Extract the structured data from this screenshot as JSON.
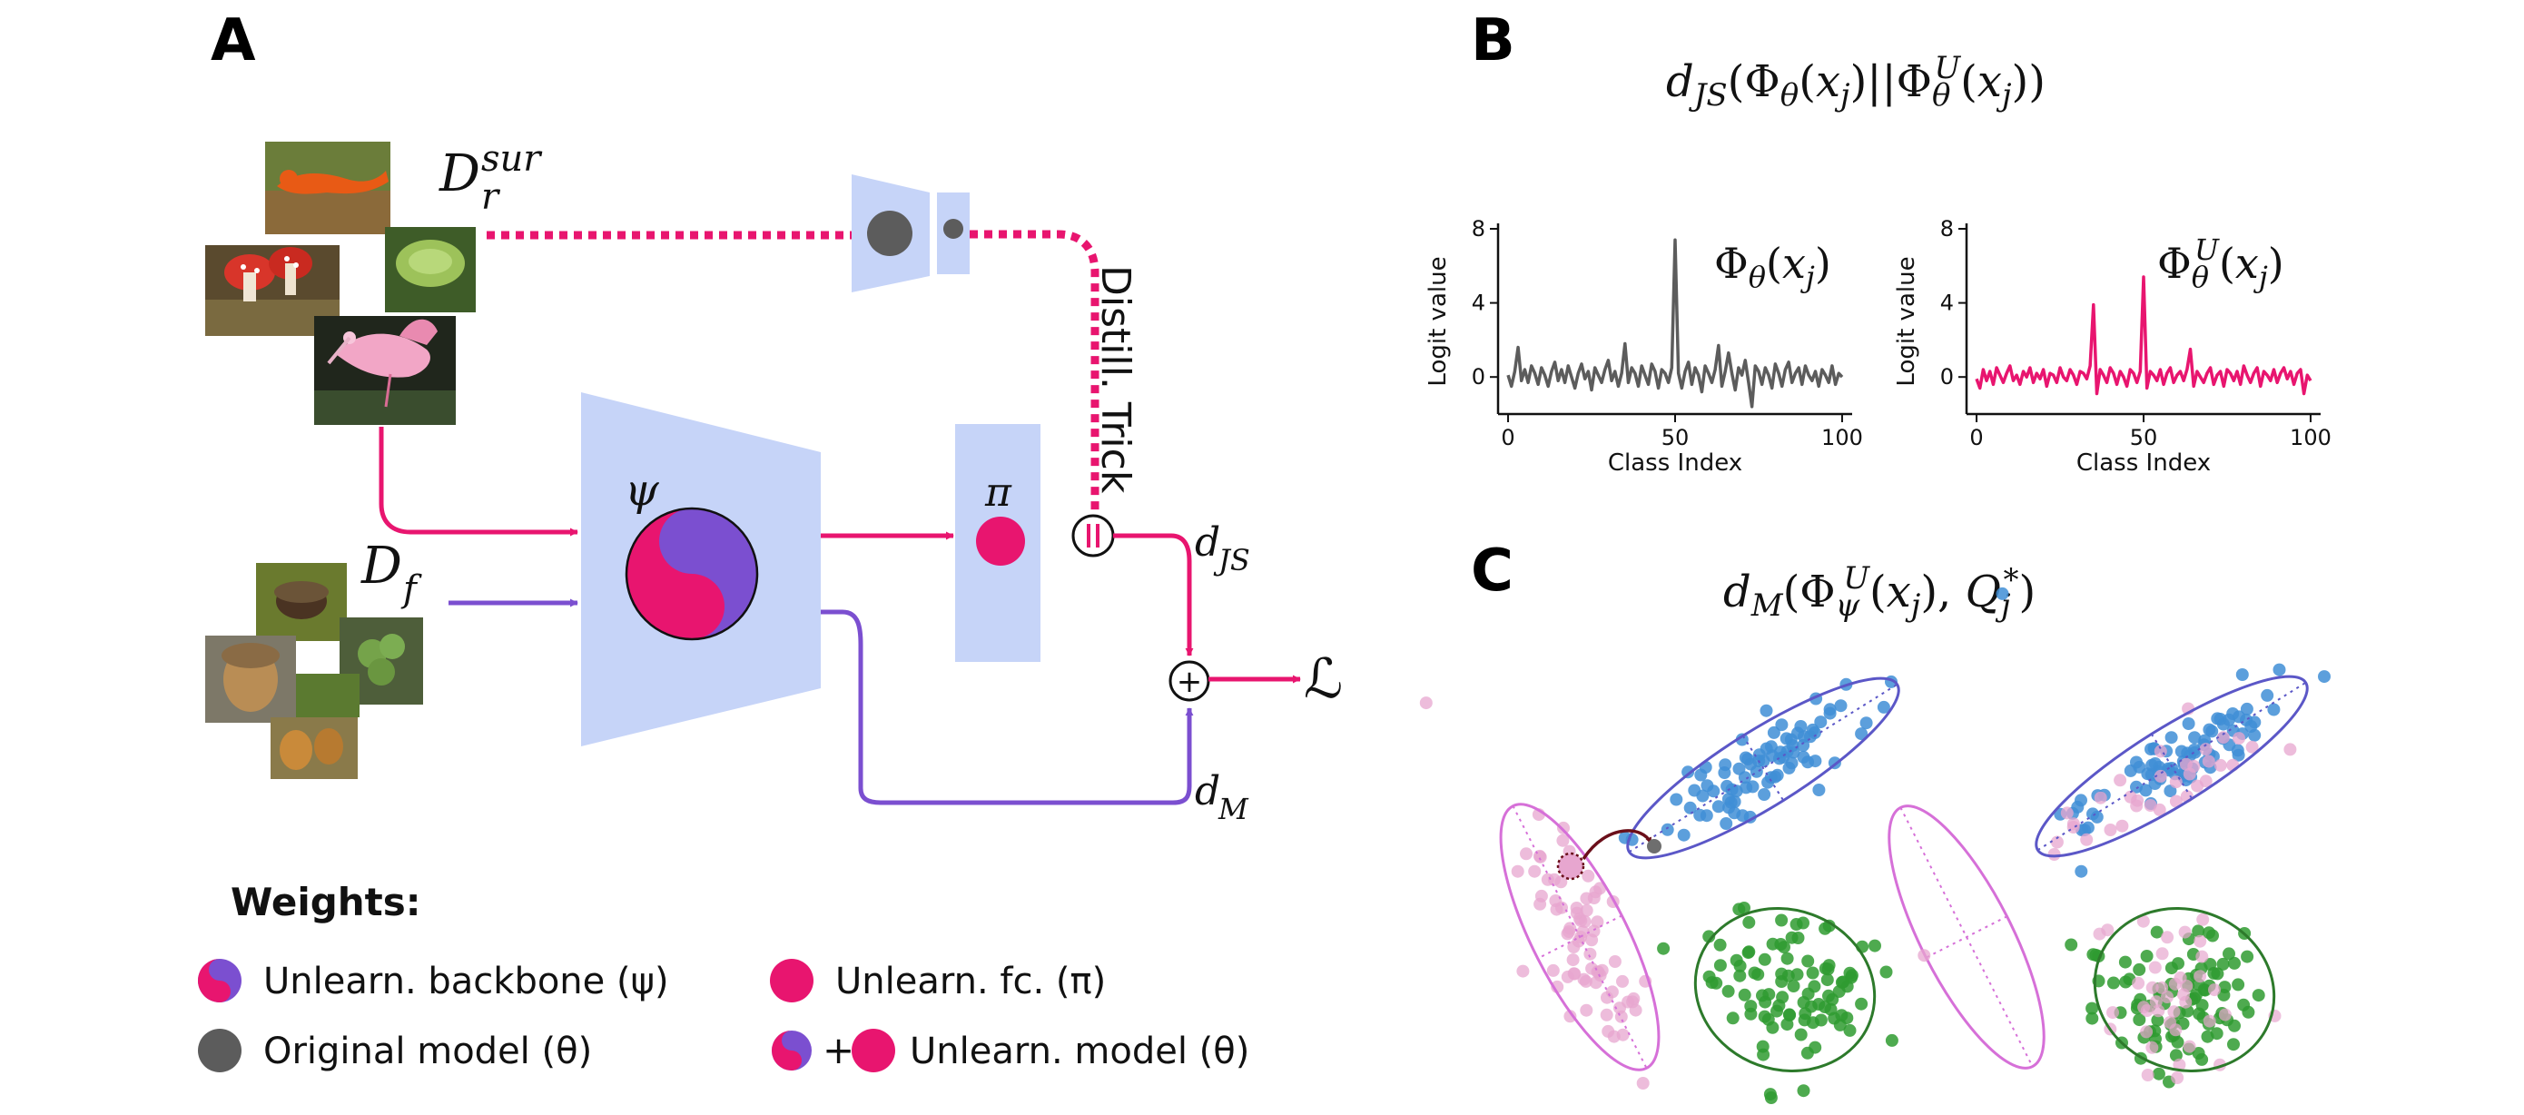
{
  "panels": {
    "a": "A",
    "b": "B",
    "c": "C"
  },
  "colors": {
    "unlearn": "#e8156f",
    "purple": "#7b4fd0",
    "original": "#5c5c5c",
    "block": "#c6d4f8",
    "forget_cluster": "#e7a6cf",
    "blue_cluster": "#3f8ed6",
    "green_cluster": "#2f9b30",
    "ellipse_purple": "#5b57c7",
    "ellipse_pink": "#d670d8",
    "ellipse_green": "#2d7a2b"
  },
  "diagram": {
    "d_sur_base": "D",
    "d_sur_sup": "sur",
    "d_sur_sub": "r",
    "d_f_base": "D",
    "d_f_sub": "f",
    "psi": "ψ",
    "pi": "π",
    "distill_label": "Distill. Trick",
    "djs_base": "d",
    "djs_sub": "JS",
    "dm_base": "d",
    "dm_sub": "M",
    "loss": "ℒ",
    "plus": "+"
  },
  "legend": {
    "title": "Weights:",
    "backbone": "Unlearn. backbone (ψ)",
    "fc": "Unlearn. fc. (π)",
    "original": "Original model (θ)",
    "plus": "+",
    "unlearn_model": "Unlearn. model (θ)"
  },
  "panel_b": {
    "formula": "dJS(Φθ(xj)||ΦθU(xj))",
    "plot1_label": "Φθ(xj)",
    "plot2_label": "ΦθU(xj)"
  },
  "panel_c": {
    "formula": "dM(ΦψU(xj), Qj*)"
  },
  "chart_data": [
    {
      "type": "line",
      "title": "",
      "xlabel": "Class Index",
      "ylabel": "Logit value",
      "xlim": [
        -3,
        103
      ],
      "ylim": [
        -2,
        8
      ],
      "xticks": [
        0,
        50,
        100
      ],
      "yticks": [
        0,
        4,
        8
      ],
      "series": [
        {
          "color": "#5c5c5c",
          "values": [
            0.1,
            -0.5,
            0.3,
            1.6,
            -0.2,
            0.4,
            -0.3,
            0.6,
            0.2,
            -0.4,
            0.5,
            0.1,
            -0.5,
            0.3,
            0.8,
            -0.2,
            0.4,
            -0.3,
            0.6,
            0.0,
            -0.6,
            0.2,
            0.7,
            -0.1,
            0.3,
            -0.7,
            0.5,
            0.1,
            -0.3,
            0.4,
            0.9,
            -0.2,
            0.3,
            -0.5,
            0.2,
            1.8,
            -0.3,
            0.5,
            0.2,
            -0.5,
            0.6,
            0.1,
            -0.4,
            0.7,
            0.3,
            -0.6,
            0.4,
            0.2,
            -0.3,
            0.5,
            7.4,
            0.2,
            -0.6,
            0.3,
            0.8,
            -0.4,
            0.5,
            0.1,
            -0.8,
            0.6,
            0.2,
            -0.3,
            0.4,
            1.7,
            -0.5,
            0.3,
            1.3,
            0.2,
            -0.7,
            0.5,
            0.1,
            0.9,
            -0.3,
            -1.6,
            0.6,
            0.3,
            -0.4,
            0.5,
            0.1,
            -0.6,
            0.7,
            0.2,
            -0.5,
            0.4,
            0.8,
            -0.3,
            0.2,
            0.5,
            -0.4,
            0.6,
            0.1,
            -0.2,
            0.3,
            -0.5,
            0.4,
            0.1,
            -0.3,
            0.6,
            -0.4,
            0.2,
            0.0
          ]
        }
      ]
    },
    {
      "type": "line",
      "title": "",
      "xlabel": "Class Index",
      "ylabel": "Logit value",
      "xlim": [
        -3,
        103
      ],
      "ylim": [
        -2,
        8
      ],
      "xticks": [
        0,
        50,
        100
      ],
      "yticks": [
        0,
        4,
        8
      ],
      "series": [
        {
          "color": "#e8156f",
          "values": [
            -0.1,
            -0.6,
            0.4,
            -0.2,
            0.3,
            -0.4,
            0.5,
            0.1,
            -0.3,
            0.2,
            0.6,
            -0.2,
            0.1,
            -0.4,
            0.3,
            0.0,
            0.5,
            -0.3,
            0.2,
            -0.1,
            0.4,
            -0.5,
            0.2,
            0.1,
            -0.3,
            0.5,
            0.0,
            -0.2,
            0.4,
            0.1,
            -0.4,
            0.3,
            0.2,
            -0.1,
            0.6,
            3.9,
            -0.9,
            0.4,
            0.1,
            -0.3,
            0.5,
            0.2,
            -0.4,
            0.3,
            0.0,
            -0.5,
            0.4,
            0.2,
            -0.3,
            0.3,
            5.4,
            -0.6,
            0.3,
            0.1,
            -0.2,
            0.4,
            -0.4,
            0.2,
            0.5,
            -0.3,
            0.1,
            0.3,
            -0.2,
            0.4,
            1.5,
            -0.5,
            0.3,
            0.0,
            -0.3,
            0.2,
            0.5,
            -0.4,
            0.1,
            0.3,
            -0.5,
            0.4,
            0.2,
            -0.2,
            0.3,
            -0.4,
            0.6,
            0.1,
            -0.3,
            0.2,
            0.5,
            -0.5,
            0.3,
            0.1,
            -0.2,
            0.4,
            -0.3,
            0.2,
            0.5,
            -0.1,
            0.3,
            -0.4,
            0.2,
            0.4,
            -0.9,
            0.1,
            -0.2
          ]
        }
      ]
    }
  ]
}
